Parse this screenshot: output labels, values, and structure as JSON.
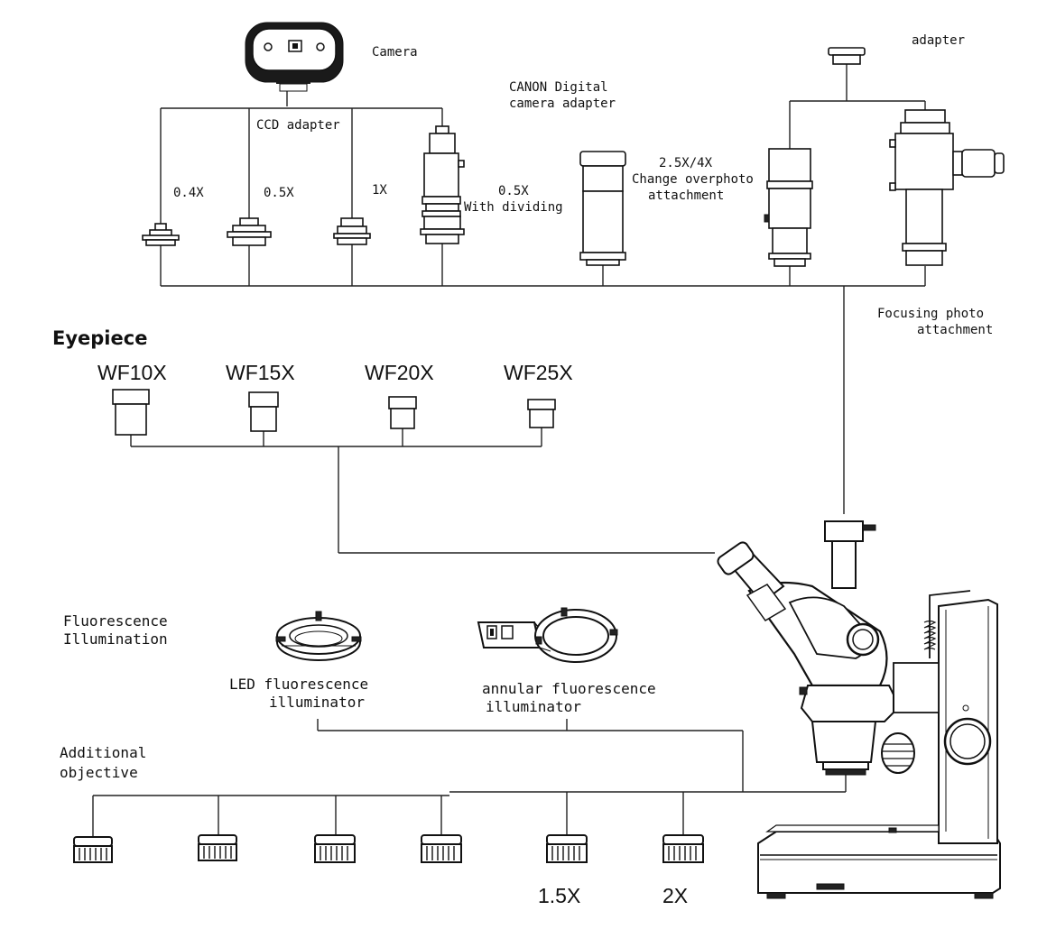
{
  "labels": {
    "camera": "Camera",
    "ccd_adapter": "CCD adapter",
    "canon_adapter_line1": "CANON Digital",
    "canon_adapter_line2": "camera adapter",
    "top_adapter": "adapter",
    "mag_04": "0.4X",
    "mag_05": "0.5X",
    "mag_1": "1X",
    "dividing_line1": "0.5X",
    "dividing_line2": "With dividing",
    "overphoto_line1": "2.5X/4X",
    "overphoto_line2": "Change overphoto",
    "overphoto_line3": "attachment",
    "focusing_line1": "Focusing photo",
    "focusing_line2": "attachment"
  },
  "eyepiece": {
    "heading": "Eyepiece",
    "items": [
      "WF10X",
      "WF15X",
      "WF20X",
      "WF25X"
    ]
  },
  "fluorescence": {
    "heading_line1": "Fluorescence",
    "heading_line2": "Illumination",
    "led_line1": "LED fluorescence",
    "led_line2": "illuminator",
    "annular_line1": "annular fluorescence",
    "annular_line2": "illuminator"
  },
  "objective": {
    "heading_line1": "Additional",
    "heading_line2": "objective",
    "mag_15": "1.5X",
    "mag_2": "2X"
  }
}
